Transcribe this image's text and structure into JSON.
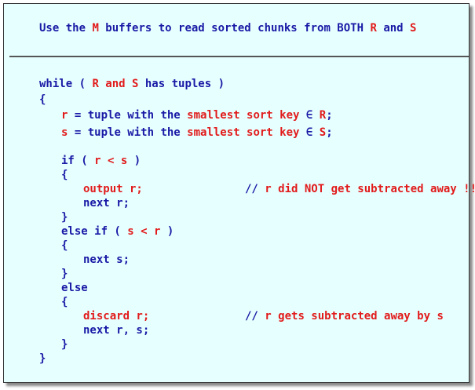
{
  "header": {
    "p1": "Use the ",
    "p2": "M",
    "p3": " buffers to read sorted chunks from BOTH ",
    "p4": "R",
    "p5": " and ",
    "p6": "S"
  },
  "code": {
    "while_kw": "while ( ",
    "while_cond": "R and S",
    "while_mid": " has tuples )",
    "open_brace": "{",
    "close_brace": "}",
    "r_var": "r",
    "r_assign": " = tuple with the ",
    "r_smallest": "smallest sort key",
    "r_elem": " ∈ ",
    "r_rel": "R",
    "semicolon": ";",
    "s_var": "s",
    "s_assign": " = tuple with the ",
    "s_smallest": "smallest sort key",
    "s_elem": " ∈ ",
    "s_rel": "S",
    "if_open": "if ( ",
    "if_cond": "r < s",
    "if_close": " )",
    "output_stmt": "output r;",
    "comment1_slashes": "// ",
    "comment1_text": "r did NOT get subtracted away !!",
    "next_r": "next r;",
    "else_if_open": "else if ( ",
    "else_if_cond": "s < r",
    "else_if_close": " )",
    "next_s": "next s;",
    "else_kw": "else",
    "discard_stmt": "discard r;",
    "comment2_slashes": "// ",
    "comment2_text": "r gets subtracted away by s",
    "next_rs": "next r, s;"
  },
  "colors": {
    "keyword": "#1a1aa6",
    "highlight": "#e21b1b",
    "background": "#e6ffff"
  }
}
